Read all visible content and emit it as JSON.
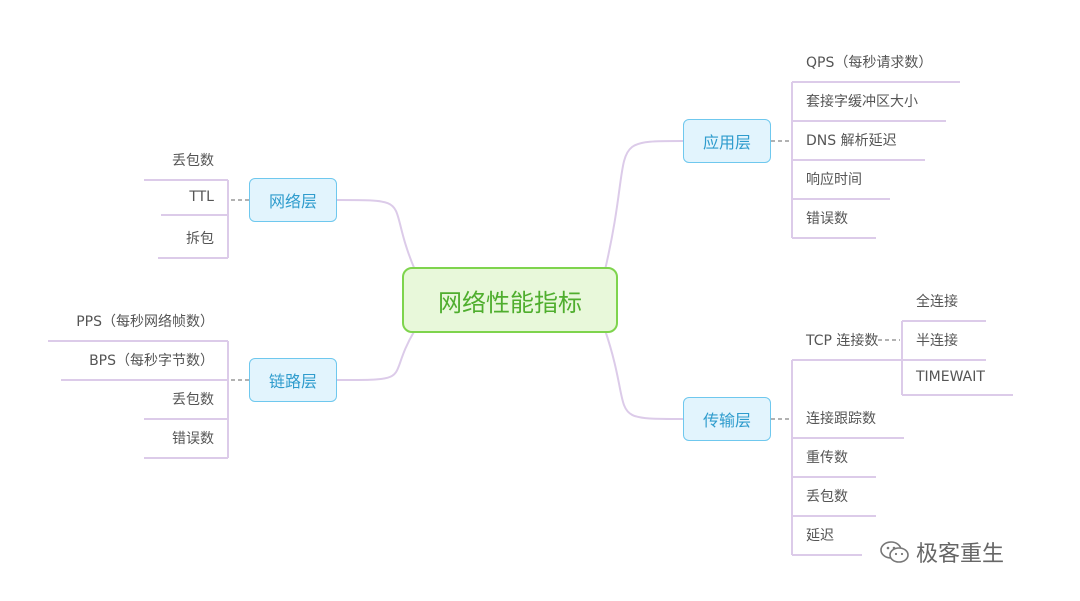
{
  "diagram": {
    "root": {
      "label": "网络性能指标"
    },
    "branches": [
      {
        "id": "app",
        "label": "应用层",
        "children": [
          {
            "label": "QPS（每秒请求数）"
          },
          {
            "label": "套接字缓冲区大小"
          },
          {
            "label": "DNS 解析延迟"
          },
          {
            "label": "响应时间"
          },
          {
            "label": "错误数"
          }
        ]
      },
      {
        "id": "network",
        "label": "网络层",
        "children": [
          {
            "label": "丢包数"
          },
          {
            "label": "TTL"
          },
          {
            "label": "拆包"
          }
        ]
      },
      {
        "id": "link",
        "label": "链路层",
        "children": [
          {
            "label": "PPS（每秒网络帧数）"
          },
          {
            "label": "BPS（每秒字节数）"
          },
          {
            "label": "丢包数"
          },
          {
            "label": "错误数"
          }
        ]
      },
      {
        "id": "transport",
        "label": "传输层",
        "children": [
          {
            "label": "TCP 连接数",
            "children": [
              {
                "label": "全连接"
              },
              {
                "label": "半连接"
              },
              {
                "label": "TIMEWAIT"
              }
            ]
          },
          {
            "label": "连接跟踪数"
          },
          {
            "label": "重传数"
          },
          {
            "label": "丢包数"
          },
          {
            "label": "延迟"
          }
        ]
      }
    ],
    "colors": {
      "root_border": "#7ed44d",
      "root_fill": "#e8f8da",
      "node_border": "#6fc8ee",
      "node_fill": "#e2f4fd",
      "connector": "#dccbe9"
    }
  },
  "watermark": {
    "text": "极客重生",
    "icon": "wechat-icon"
  }
}
